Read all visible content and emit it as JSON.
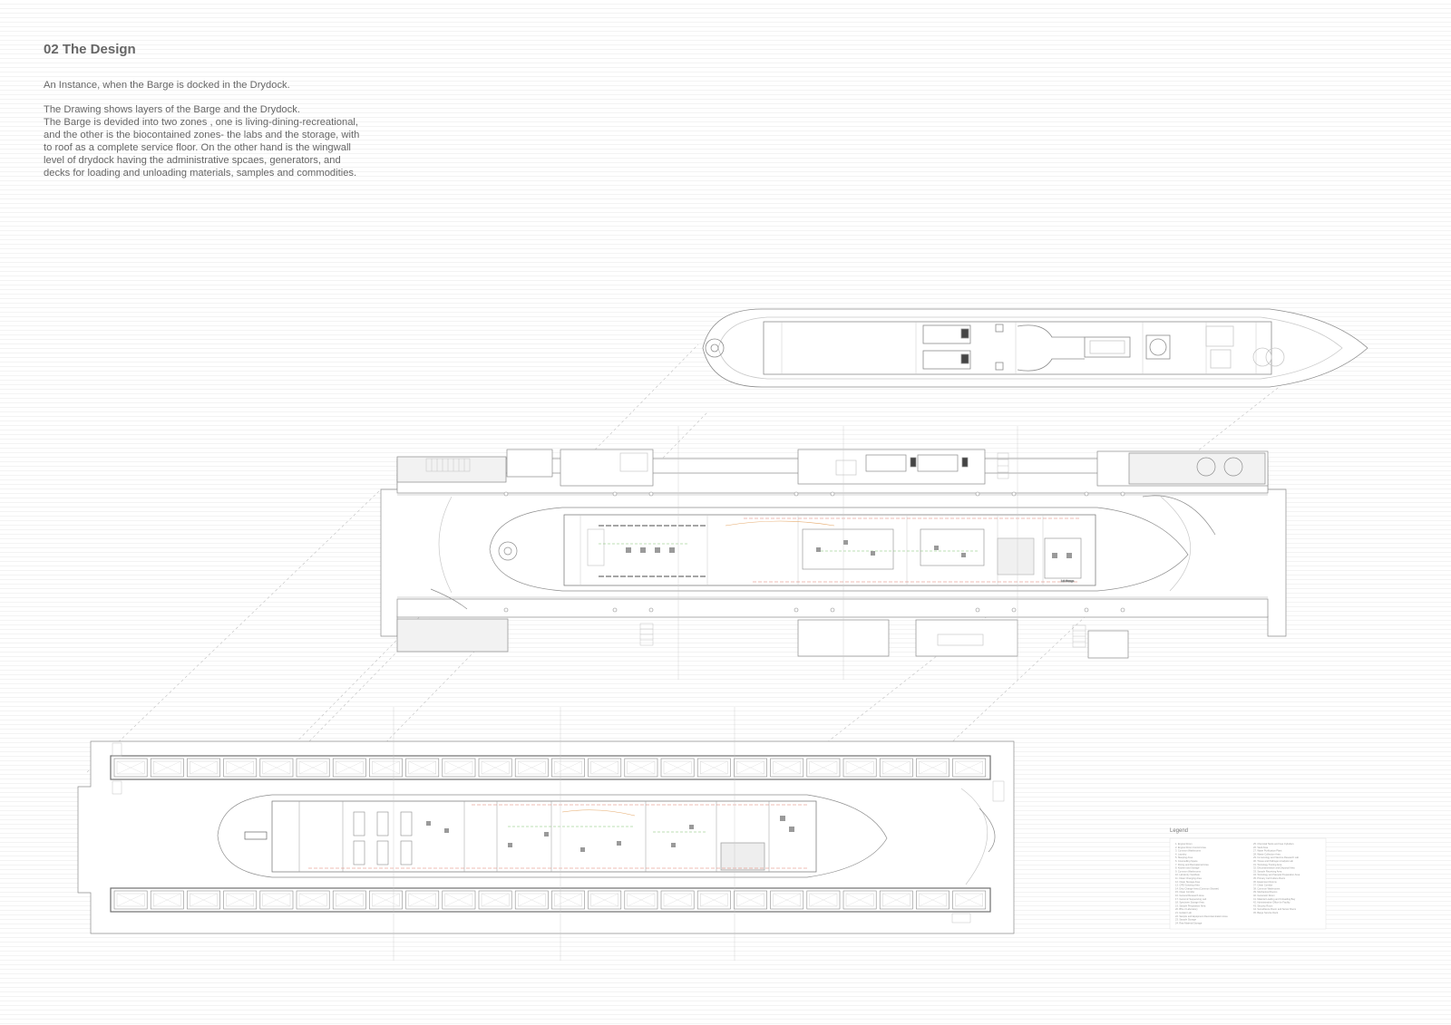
{
  "title": "02 The Design",
  "intro": "An Instance, when the Barge is docked in the Drydock.",
  "paragraph": [
    "The Drawing shows layers of the Barge and the Drydock.",
    "The Barge is devided into two zones , one is living-dining-recreational,",
    "and the other is the biocontained zones- the labs and the storage, with",
    "to roof as a complete service floor. On the other hand is the wingwall",
    "level of drydock having the administrative spcaes, generators, and",
    "decks for loading and unloading materials, samples and commodities."
  ],
  "legend": {
    "title": "Legend",
    "items": [
      "1. Engine Room",
      "2. Engine Room Control Area",
      "3. Common Washrooms",
      "4. Laundry",
      "5. Sleeping Area",
      "6. Counselling Space",
      "7. Dining and Recreational Area",
      "8. Kitchen and Storage",
      "9. Common Washrooms",
      "10. Lab-Entry Vestibule",
      "11. Clean Changing Area",
      "12. Clean Storage Area",
      "13. CPE Gowning Area",
      "14. Dirty Change Area (Common Shower)",
      "15. Clean Corridor",
      "16. General Research Area",
      "17. Genomic Sequencing Lab",
      "18. Specimen Storage Area",
      "19. Sample Preparation Area",
      "20. BSL-3 Laboratory",
      "21. Isolator Lab",
      "22. Sample and Equipment Decontamination Area",
      "23. Sample Storage",
      "24. Raw Material Storage",
      "25. Chemical Tanks and Gas Cylinders",
      "26. Vault Area",
      "27. Water Purification Plant",
      "28. Waste Collection Area",
      "29. Immunology and Vaccine Research Lab",
      "30. Tissue and Pathogen Analysis Lab",
      "31. Toxicology Testing Area",
      "32. Decontamination and Disposal Area",
      "33. Sample Receiving Area",
      "34. Toxicology and Sample Preparation Area",
      "35. Primary Cell Culture Room",
      "36. Equipment Rooms",
      "37. Clean Corridor",
      "38. Common Washrooms",
      "39. Mechanical Rooms",
      "40. Generator Room",
      "41. Material Loading and Unloading Bay",
      "42. Administrative Office for Facility",
      "43. Security Room",
      "44. Surveillance Room and Server Room",
      "45. Barge Service Deck"
    ]
  },
  "colors": {
    "line": "#8c8c8c",
    "light_line": "#c8c8c8",
    "hatch": "#d9d9d9",
    "green_accent": "#7fbf6a",
    "red_accent": "#e07a6a",
    "orange_accent": "#e6a96a"
  }
}
